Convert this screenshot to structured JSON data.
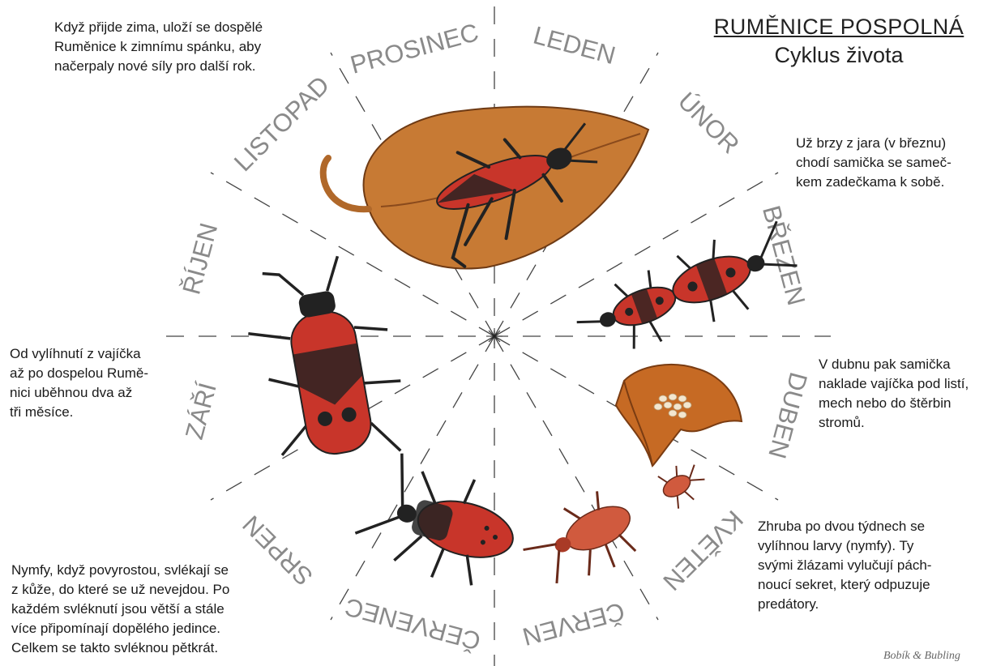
{
  "title": "RUMĚNICE POSPOLNÁ",
  "subtitle": "Cyklus života",
  "months": [
    {
      "key": "leden",
      "label": "LEDEN"
    },
    {
      "key": "unor",
      "label": "ÚNOR"
    },
    {
      "key": "brezen",
      "label": "BŘEZEN"
    },
    {
      "key": "duben",
      "label": "DUBEN"
    },
    {
      "key": "kveten",
      "label": "KVĚTEN"
    },
    {
      "key": "cerven",
      "label": "ČERVEN"
    },
    {
      "key": "cervenec",
      "label": "ČERVENEC"
    },
    {
      "key": "srpen",
      "label": "SRPEN"
    },
    {
      "key": "zari",
      "label": "ZÁŘÍ"
    },
    {
      "key": "rijen",
      "label": "ŘÍJEN"
    },
    {
      "key": "listopad",
      "label": "LISTOPAD"
    },
    {
      "key": "prosinec",
      "label": "PROSINEC"
    }
  ],
  "notes": {
    "winter": [
      "Když přijde zima, uloží se dospělé",
      "Ruměnice k zimnímu spánku, aby",
      "načerpaly nové síly pro další rok."
    ],
    "spring": [
      "Už brzy z jara (v březnu)",
      "chodí samička se sameč-",
      "kem zadečkama k sobě."
    ],
    "april": [
      "V dubnu pak samička",
      "naklade vajíčka pod listí,",
      "mech nebo do štěrbin",
      "stromů."
    ],
    "hatch": [
      "Zhruba po dvou týdnech se",
      "vylíhnou larvy (nymfy). Ty",
      "svými žlázami vylučují pách-",
      "noucí sekret, který odpuzuje",
      "predátory."
    ],
    "molt": [
      "Nymfy, když povyrostou, svlékají se",
      "z kůže, do které se už nevejdou. Po",
      "každém svléknutí jsou větší a stále",
      "více připomínají dopělého jedince.",
      "Celkem se takto svléknou pětkrát."
    ],
    "growth": [
      "Od vylíhnutí z vajíčka",
      "až po dospelou Rumě-",
      "nici uběhnou dva až",
      "tři měsíce."
    ]
  },
  "credit": "Bobík & Bubling",
  "colors": {
    "leaf": "#c77a34",
    "leaf_dark": "#8a4a1c",
    "bug_red": "#c8352a",
    "bug_black": "#222222",
    "nymph": "#d05a3e",
    "egg": "#f3e6cf",
    "dash": "#444444"
  }
}
